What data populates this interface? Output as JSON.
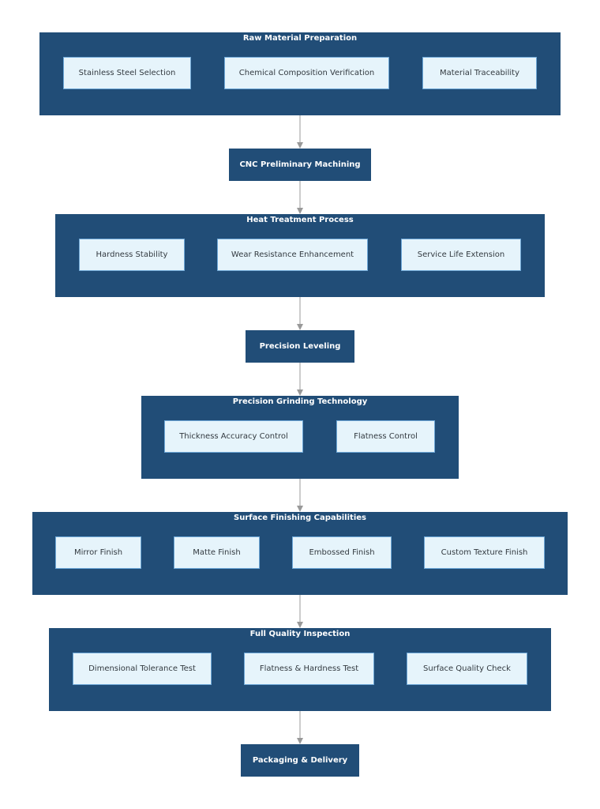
{
  "diagram": {
    "raw_material": {
      "title": "Raw Material Preparation",
      "items": [
        "Stainless Steel Selection",
        "Chemical Composition Verification",
        "Material Traceability"
      ]
    },
    "cnc": {
      "label": "CNC Preliminary Machining"
    },
    "heat_treatment": {
      "title": "Heat Treatment Process",
      "items": [
        "Hardness Stability",
        "Wear Resistance Enhancement",
        "Service Life Extension"
      ]
    },
    "leveling": {
      "label": "Precision Leveling"
    },
    "grinding": {
      "title": "Precision Grinding Technology",
      "items": [
        "Thickness Accuracy Control",
        "Flatness Control"
      ]
    },
    "finishing": {
      "title": "Surface Finishing Capabilities",
      "items": [
        "Mirror Finish",
        "Matte Finish",
        "Embossed Finish",
        "Custom Texture Finish"
      ]
    },
    "inspection": {
      "title": "Full Quality Inspection",
      "items": [
        "Dimensional Tolerance Test",
        "Flatness & Hardness Test",
        "Surface Quality Check"
      ]
    },
    "delivery": {
      "label": "Packaging & Delivery"
    }
  },
  "colors": {
    "group_fill": "#214d77",
    "sub_fill": "#e6f4fb",
    "sub_border": "#6ea8d8",
    "edge": "#999999"
  }
}
